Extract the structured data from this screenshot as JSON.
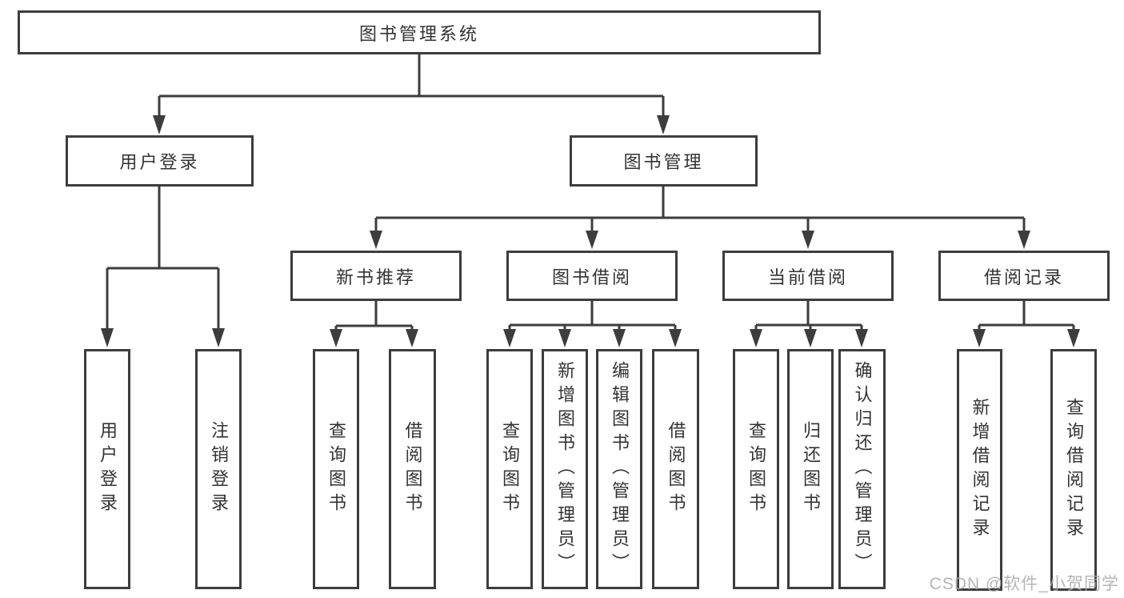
{
  "colors": {
    "line": "#3d3d3d",
    "box_border": "#3d3d3d",
    "text": "#333333",
    "background": "#ffffff",
    "watermark": "#a8a8a8"
  },
  "watermark": {
    "text": "CSDN @软件_小贺同学"
  },
  "tree": {
    "root": {
      "label": "图书管理系统"
    },
    "branches": [
      {
        "label": "用户登录",
        "children": [
          {
            "label": "用户登录"
          },
          {
            "label": "注销登录"
          }
        ]
      },
      {
        "label": "图书管理",
        "children": [
          {
            "label": "新书推荐",
            "children": [
              {
                "label": "查询图书"
              },
              {
                "label": "借阅图书"
              }
            ]
          },
          {
            "label": "图书借阅",
            "children": [
              {
                "label": "查询图书"
              },
              {
                "label": "新增图书（管理员）"
              },
              {
                "label": "编辑图书（管理员）"
              },
              {
                "label": "借阅图书"
              }
            ]
          },
          {
            "label": "当前借阅",
            "children": [
              {
                "label": "查询图书"
              },
              {
                "label": "归还图书"
              },
              {
                "label": "确认归还（管理员）"
              }
            ]
          },
          {
            "label": "借阅记录",
            "children": [
              {
                "label": "新增借阅记录"
              },
              {
                "label": "查询借阅记录"
              }
            ]
          }
        ]
      }
    ]
  }
}
